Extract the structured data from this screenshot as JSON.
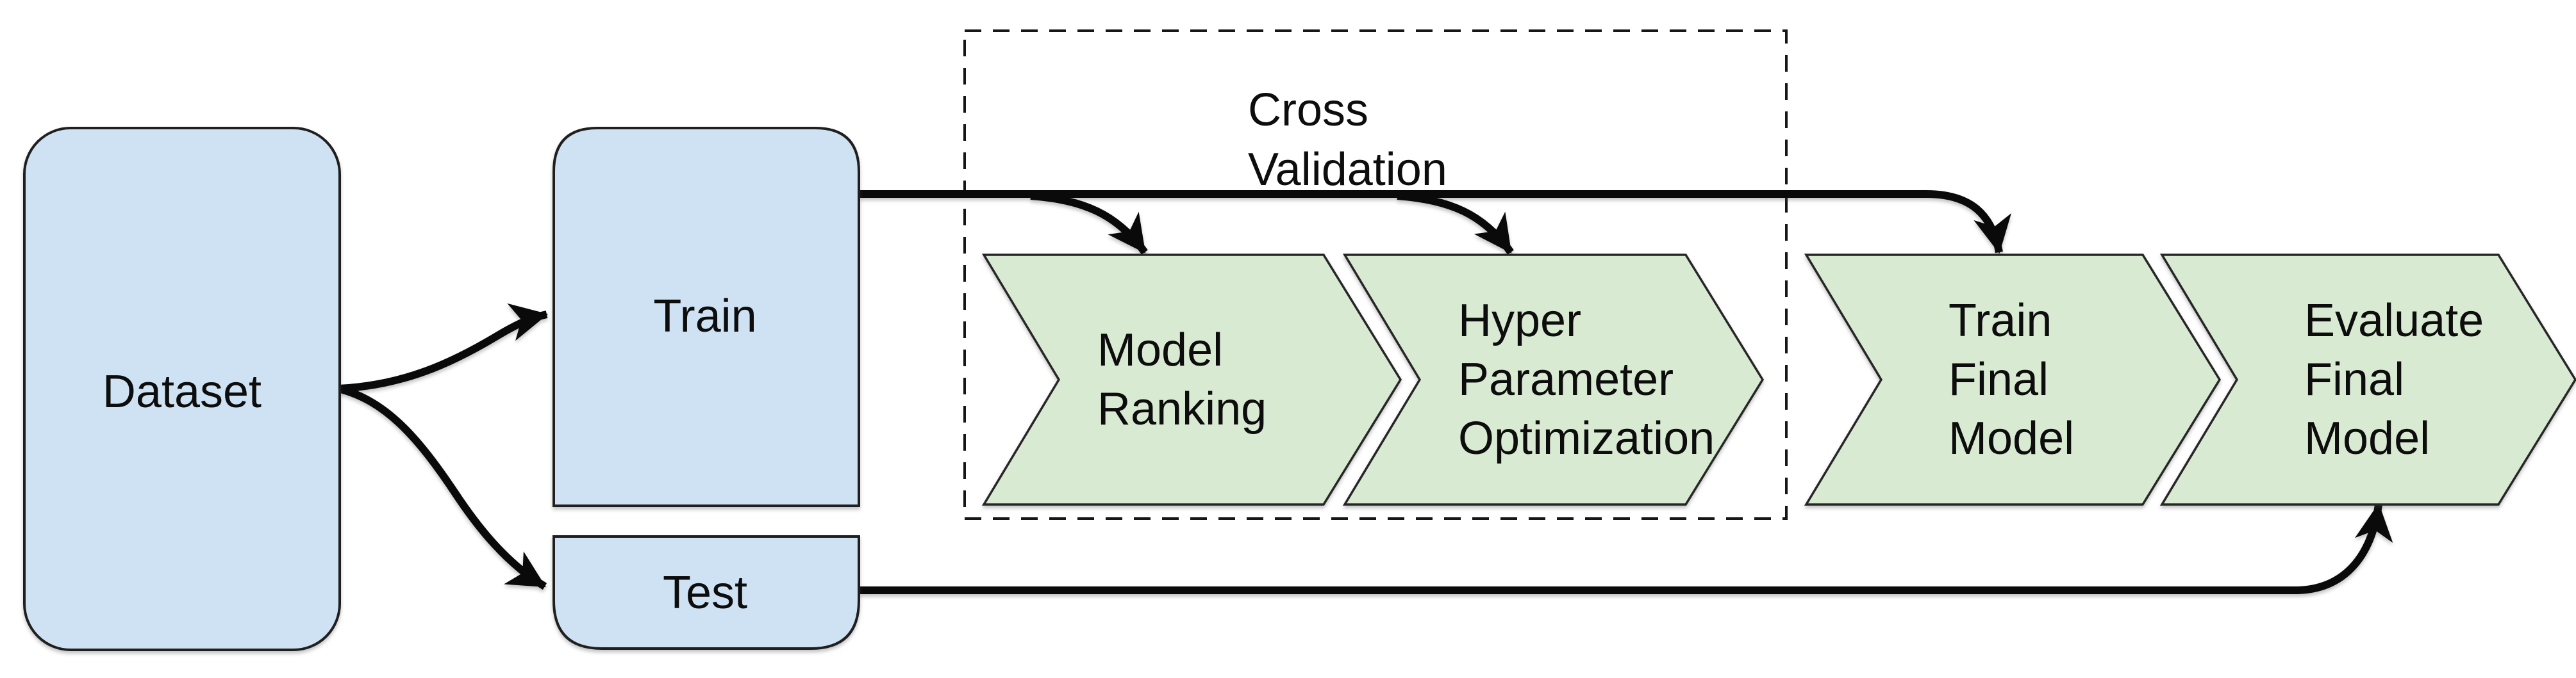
{
  "colors": {
    "background": "#ffffff",
    "box_fill": "#cfe2f3",
    "box_stroke": "#1f1f1f",
    "chevron_fill": "#d9ead3",
    "chevron_stroke": "#262626",
    "line_color": "#0a0a0a",
    "dashed_stroke": "#161616",
    "text_color": "#0d0d0d"
  },
  "nodes": {
    "dataset": {
      "label": "Dataset"
    },
    "train": {
      "label": "Train"
    },
    "test": {
      "label": "Test"
    }
  },
  "cross_validation": {
    "lines": [
      "Cross",
      "Validation"
    ]
  },
  "chevrons": [
    {
      "id": "model-ranking",
      "lines": [
        "Model",
        "Ranking"
      ]
    },
    {
      "id": "hyper-parameter-optimization",
      "lines": [
        "Hyper",
        "Parameter",
        "Optimization"
      ]
    },
    {
      "id": "train-final-model",
      "lines": [
        "Train",
        "Final",
        "Model"
      ]
    },
    {
      "id": "evaluate-final-model",
      "lines": [
        "Evaluate",
        "Final",
        "Model"
      ]
    }
  ]
}
